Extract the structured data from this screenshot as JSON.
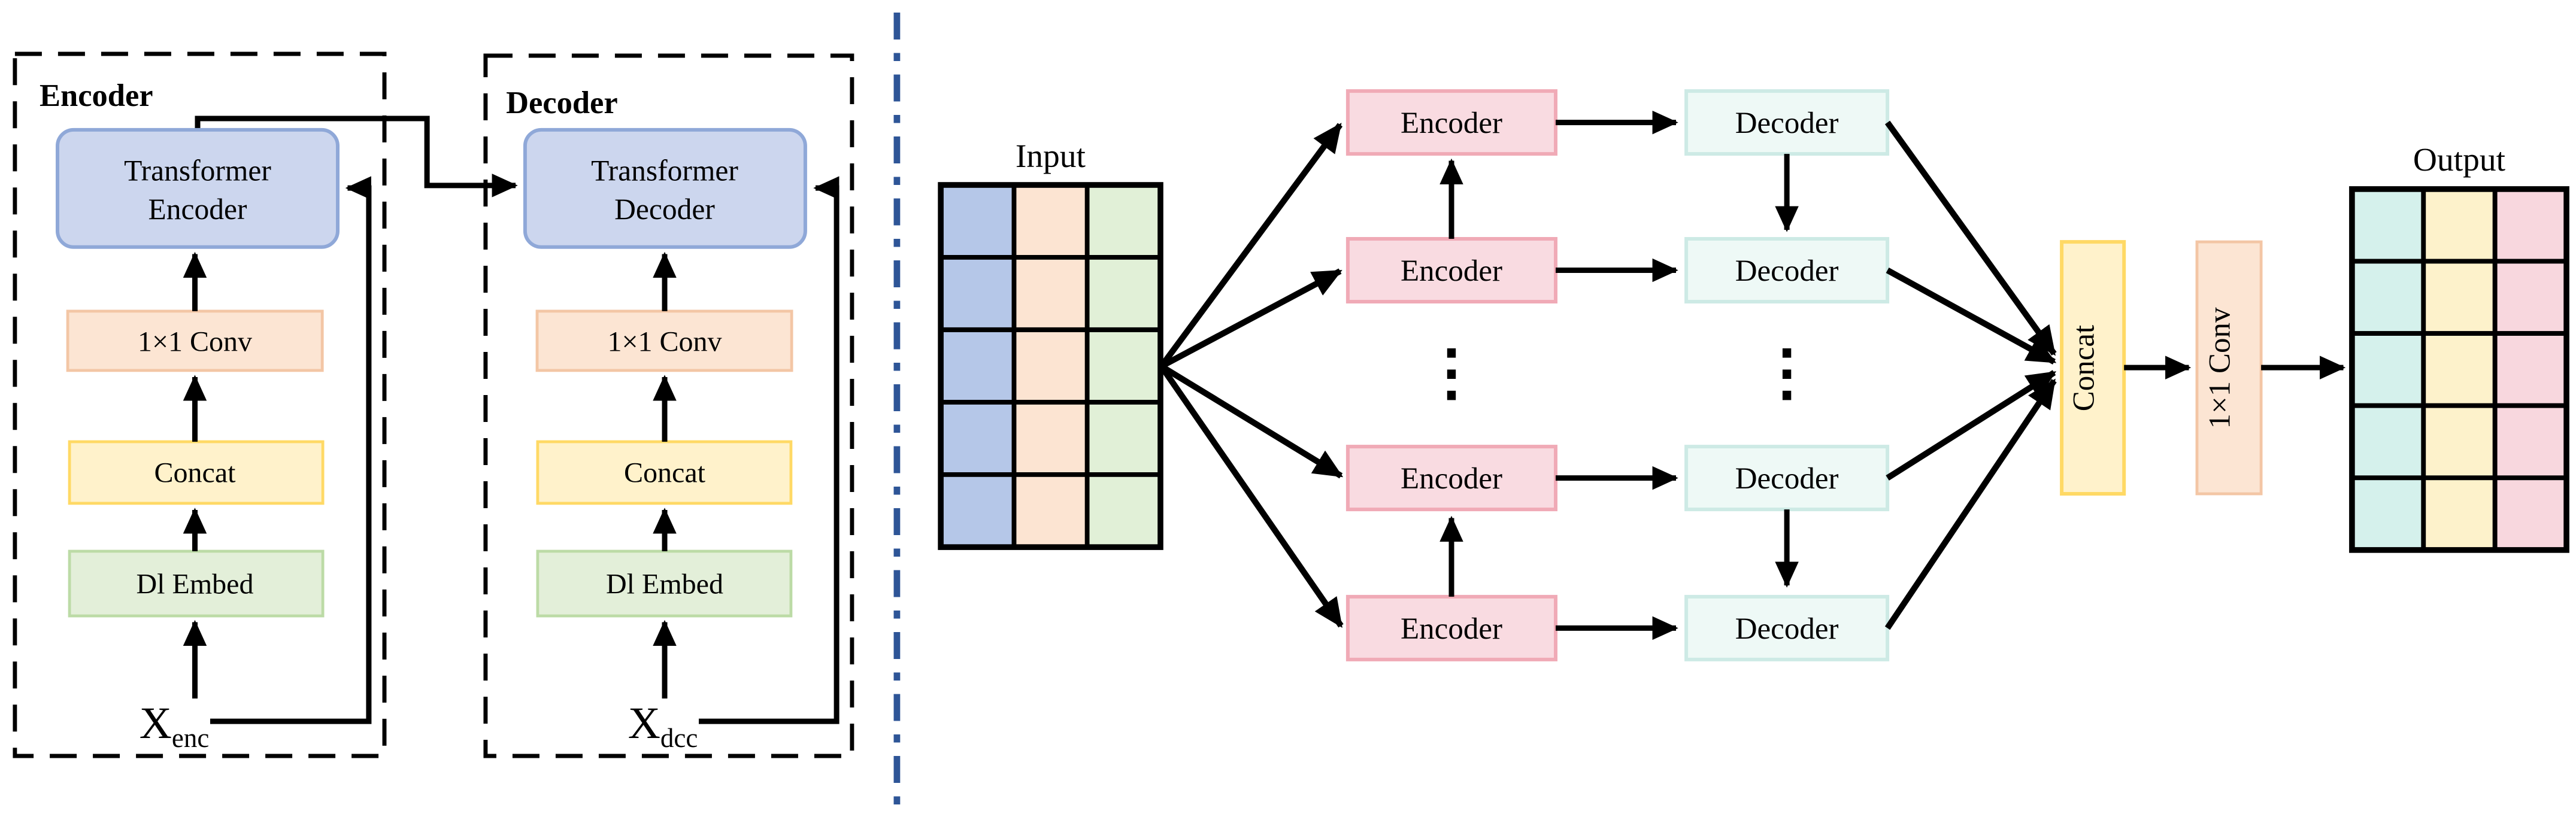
{
  "palette": {
    "transformer_fill": "#ccd6ee",
    "transformer_stroke": "#8fa8d8",
    "conv_fill": "#fce5d3",
    "conv_stroke": "#f3c6a5",
    "concat_fill": "#fff2cb",
    "concat_stroke": "#ffd965",
    "embed_fill": "#e3efd9",
    "embed_stroke": "#bcdba6",
    "encoder_box_fill": "#f9dbe1",
    "encoder_box_stroke": "#f0aab6",
    "decoder_box_fill": "#eef9f6",
    "decoder_box_stroke": "#cdeae5",
    "input_col_blue": "#b5c7e8",
    "input_col_peach": "#fce4d2",
    "input_col_green": "#e1f0d7",
    "output_col_cyan": "#d5f1ec",
    "output_col_yellow": "#fdf2cb",
    "output_col_pink": "#f8d7de",
    "divider": "#2e5597",
    "line": "#000000"
  },
  "left": {
    "encoder": {
      "title": "Encoder",
      "transformer_line1": "Transformer",
      "transformer_line2": "Encoder",
      "conv": "1×1 Conv",
      "concat": "Concat",
      "embed": "Dl Embed",
      "var_base": "X",
      "var_sub": "enc"
    },
    "decoder": {
      "title": "Decoder",
      "transformer_line1": "Transformer",
      "transformer_line2": "Decoder",
      "conv": "1×1 Conv",
      "concat": "Concat",
      "embed": "Dl Embed",
      "var_base": "X",
      "var_sub": "dcc"
    }
  },
  "right": {
    "input_label": "Input",
    "output_label": "Output",
    "encoder_box_label": "Encoder",
    "decoder_box_label": "Decoder",
    "concat_label": "Concat",
    "conv_label": "1×1 Conv",
    "input_grid": {
      "rows": 5,
      "cols": 3
    },
    "output_grid": {
      "rows": 5,
      "cols": 3
    }
  }
}
